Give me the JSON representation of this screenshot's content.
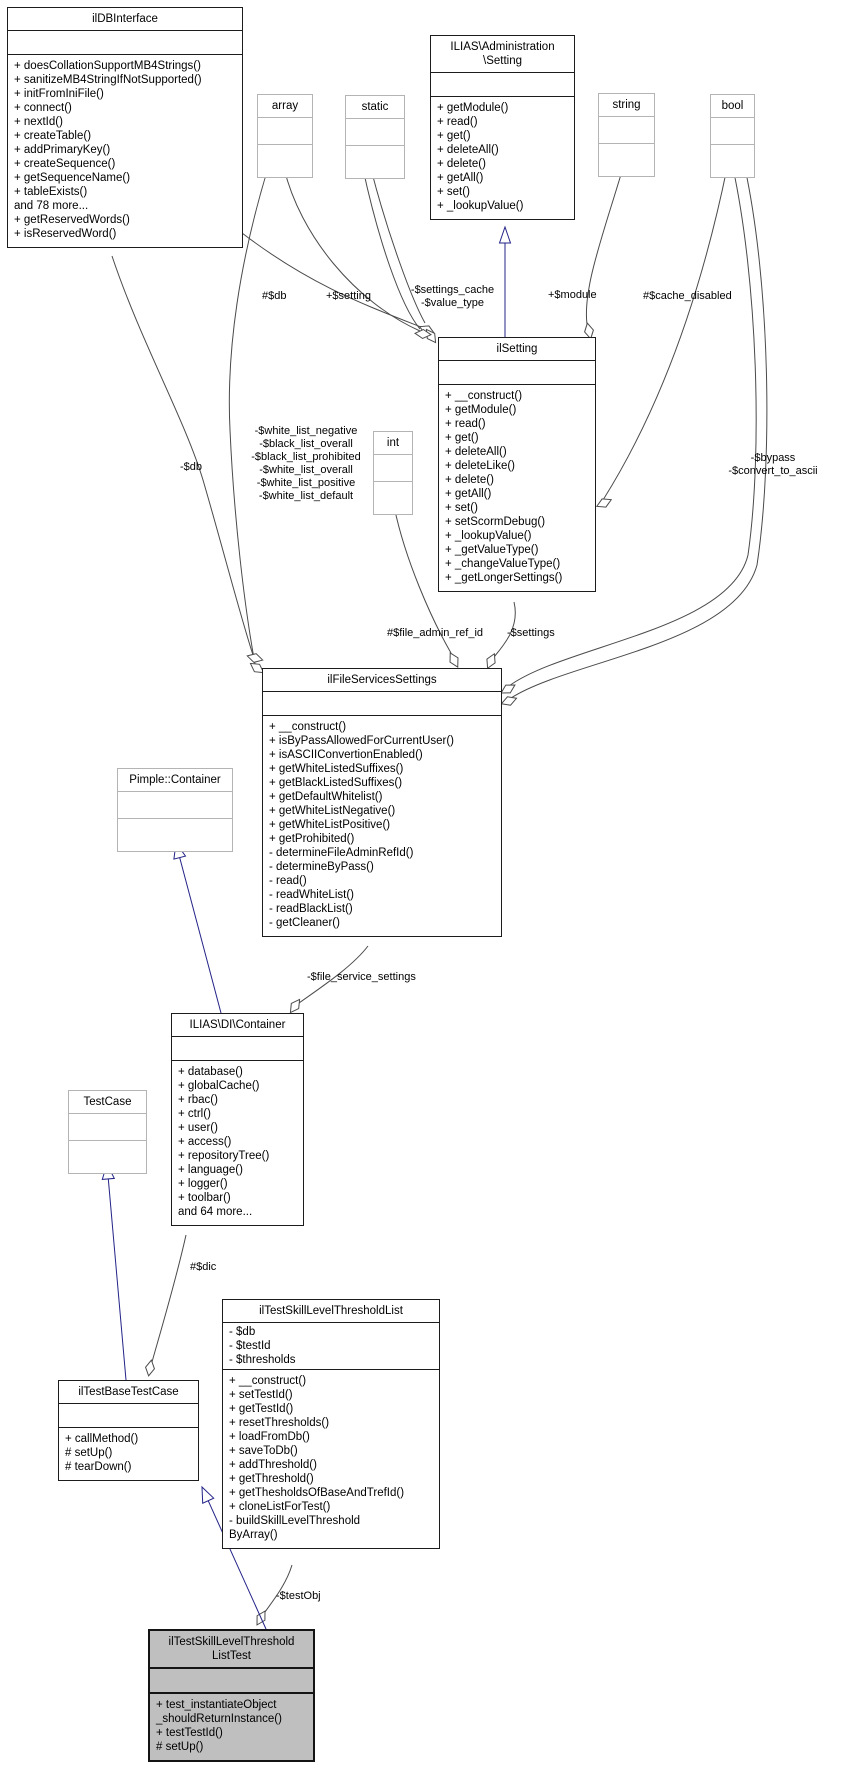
{
  "classes": {
    "ilDBInterface": {
      "title": [
        "ilDBInterface"
      ],
      "attributes": [],
      "methods": [
        "+ doesCollationSupportMB4Strings()",
        "+ sanitizeMB4StringIfNotSupported()",
        "+ initFromIniFile()",
        "+ connect()",
        "+ nextId()",
        "+ createTable()",
        "+ addPrimaryKey()",
        "+ createSequence()",
        "+ getSequenceName()",
        "+ tableExists()",
        "and 78 more...",
        "+ getReservedWords()",
        "+ isReservedWord()"
      ]
    },
    "array": {
      "title": [
        "array"
      ],
      "attributes": [],
      "methods": []
    },
    "static": {
      "title": [
        "static"
      ],
      "attributes": [],
      "methods": []
    },
    "adminSetting": {
      "title": [
        "ILIAS\\Administration",
        "\\Setting"
      ],
      "attributes": [],
      "methods": [
        "+ getModule()",
        "+ read()",
        "+ get()",
        "+ deleteAll()",
        "+ delete()",
        "+ getAll()",
        "+ set()",
        "+ _lookupValue()"
      ]
    },
    "string": {
      "title": [
        "string"
      ],
      "attributes": [],
      "methods": []
    },
    "bool": {
      "title": [
        "bool"
      ],
      "attributes": [],
      "methods": []
    },
    "ilSetting": {
      "title": [
        "ilSetting"
      ],
      "attributes": [],
      "methods": [
        "+ __construct()",
        "+ getModule()",
        "+ read()",
        "+ get()",
        "+ deleteAll()",
        "+ deleteLike()",
        "+ delete()",
        "+ getAll()",
        "+ set()",
        "+ setScormDebug()",
        "+ _lookupValue()",
        "+ _getValueType()",
        "+ _changeValueType()",
        "+ _getLongerSettings()"
      ]
    },
    "int": {
      "title": [
        "int"
      ],
      "attributes": [],
      "methods": []
    },
    "fileServices": {
      "title": [
        "ilFileServicesSettings"
      ],
      "attributes": [],
      "methods": [
        "+ __construct()",
        "+ isByPassAllowedForCurrentUser()",
        "+ isASCIIConvertionEnabled()",
        "+ getWhiteListedSuffixes()",
        "+ getBlackListedSuffixes()",
        "+ getDefaultWhitelist()",
        "+ getWhiteListNegative()",
        "+ getWhiteListPositive()",
        "+ getProhibited()",
        "- determineFileAdminRefId()",
        "- determineByPass()",
        "- read()",
        "- readWhiteList()",
        "- readBlackList()",
        "- getCleaner()"
      ]
    },
    "pimple": {
      "title": [
        "Pimple::Container"
      ],
      "attributes": [],
      "methods": []
    },
    "diContainer": {
      "title": [
        "ILIAS\\DI\\Container"
      ],
      "attributes": [],
      "methods": [
        "+ database()",
        "+ globalCache()",
        "+ rbac()",
        "+ ctrl()",
        "+ user()",
        "+ access()",
        "+ repositoryTree()",
        "+ language()",
        "+ logger()",
        "+ toolbar()",
        "and 64 more..."
      ]
    },
    "testCase": {
      "title": [
        "TestCase"
      ],
      "attributes": [],
      "methods": []
    },
    "baseTestCase": {
      "title": [
        "ilTestBaseTestCase"
      ],
      "attributes": [],
      "methods": [
        "+ callMethod()",
        "# setUp()",
        "# tearDown()"
      ]
    },
    "thresholdList": {
      "title": [
        "ilTestSkillLevelThresholdList"
      ],
      "attributes": [
        "- $db",
        "- $testId",
        "- $thresholds"
      ],
      "methods": [
        "+ __construct()",
        "+ setTestId()",
        "+ getTestId()",
        "+ resetThresholds()",
        "+ loadFromDb()",
        "+ saveToDb()",
        "+ addThreshold()",
        "+ getThreshold()",
        "+ getThesholdsOfBaseAndTrefId()",
        "+ cloneListForTest()",
        "- buildSkillLevelThreshold",
        "ByArray()"
      ]
    },
    "thresholdListTest": {
      "title": [
        "ilTestSkillLevelThreshold",
        "ListTest"
      ],
      "attributes": [],
      "methods": [
        "+ test_instantiateObject",
        "_shouldReturnInstance()",
        "+ testTestId()",
        "# setUp()"
      ]
    }
  },
  "edge_labels": {
    "db_setting": "#$db",
    "setting": "+$setting",
    "settings_cache": [
      "-$settings_cache",
      "-$value_type"
    ],
    "module": "+$module",
    "cache_disabled": "#$cache_disabled",
    "db_file": "-$db",
    "white_list": [
      "-$white_list_negative",
      "-$black_list_overall",
      "-$black_list_prohibited",
      "-$white_list_overall",
      "-$white_list_positive",
      "-$white_list_default"
    ],
    "bypass": [
      "-$bypass",
      "-$convert_to_ascii"
    ],
    "file_admin_ref_id": "#$file_admin_ref_id",
    "settings_field": "-$settings",
    "file_service_settings": "-$file_service_settings",
    "dic": "#$dic",
    "test_obj": "-$testObj"
  },
  "colors": {
    "class_border": "#1c1c1c",
    "external_border": "#b4b4b4",
    "highlight_fill": "#bfbfbf",
    "inheritance_line": "#232388",
    "aggregation_line": "#4a4a4a"
  }
}
